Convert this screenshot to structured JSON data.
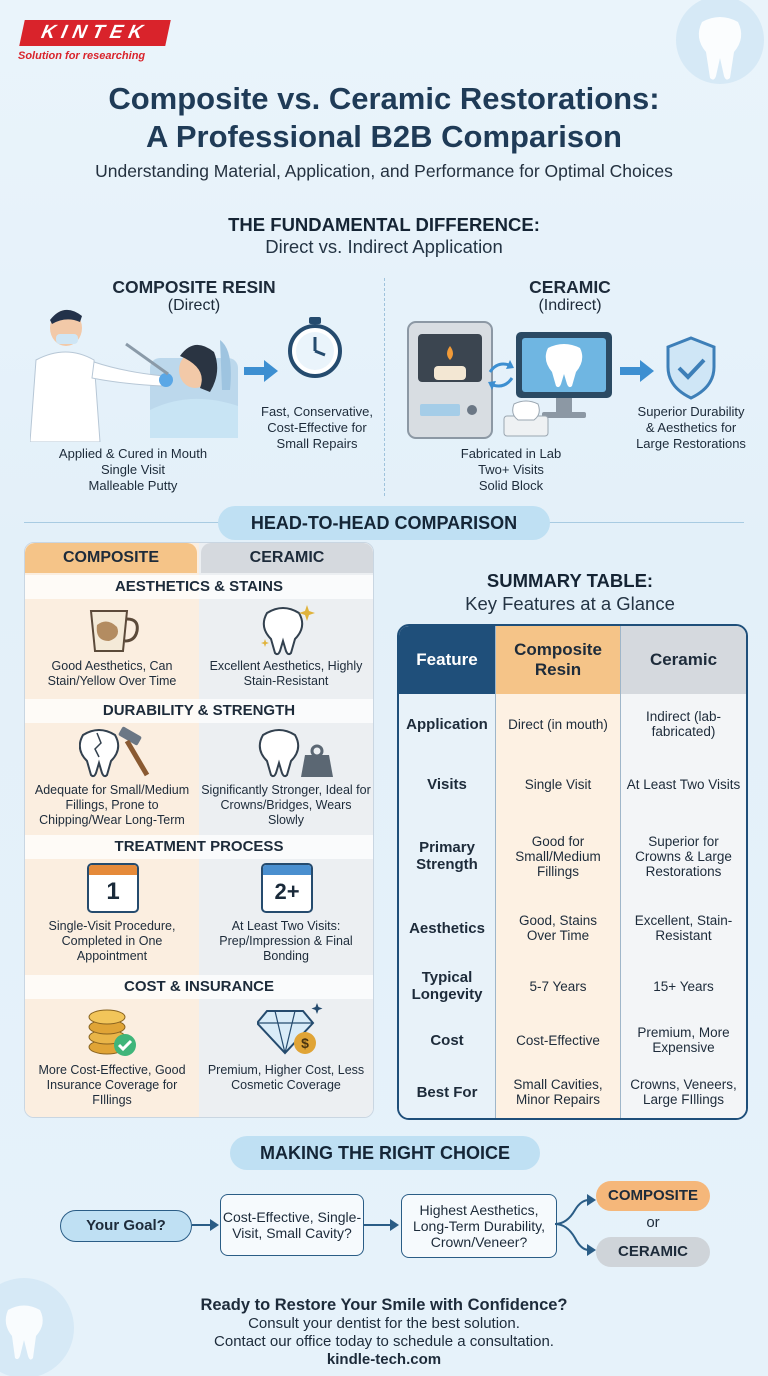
{
  "brand": {
    "logo": "KINTEK",
    "tagline": "Solution for researching",
    "website": "kindle-tech.com"
  },
  "header": {
    "title_line1": "Composite vs. Ceramic Restorations:",
    "title_line2": "A Professional B2B Comparison",
    "subtitle": "Understanding Material, Application, and Performance for Optimal Choices"
  },
  "fundamental": {
    "heading": "THE FUNDAMENTAL DIFFERENCE:",
    "subheading": "Direct vs. Indirect Application",
    "composite": {
      "title": "COMPOSITE RESIN",
      "subtitle": "(Direct)",
      "caption": [
        "Applied & Cured in Mouth",
        "Single Visit",
        "Malleable Putty"
      ],
      "benefit": [
        "Fast, Conservative,",
        "Cost-Effective for",
        "Small Repairs"
      ]
    },
    "ceramic": {
      "title": "CERAMIC",
      "subtitle": "(Indirect)",
      "caption": [
        "Fabricated in Lab",
        "Two+ Visits",
        "Solid Block"
      ],
      "benefit": [
        "Superior Durability",
        "& Aesthetics for",
        "Large Restorations"
      ]
    }
  },
  "comparison": {
    "heading": "HEAD-TO-HEAD COMPARISON",
    "tab_composite": "COMPOSITE",
    "tab_ceramic": "CERAMIC",
    "sections": [
      {
        "title": "AESTHETICS & STAINS",
        "composite": "Good Aesthetics, Can Stain/Yellow Over Time",
        "ceramic": "Excellent Aesthetics, Highly Stain-Resistant"
      },
      {
        "title": "DURABILITY & STRENGTH",
        "composite": "Adequate for Small/Medium Fillings, Prone to Chipping/Wear Long-Term",
        "ceramic": "Significantly Stronger, Ideal for Crowns/Bridges, Wears Slowly"
      },
      {
        "title": "TREATMENT PROCESS",
        "composite": "Single-Visit Procedure, Completed in One Appointment",
        "ceramic": "At Least Two Visits: Prep/Impression & Final Bonding",
        "icon_composite": "1",
        "icon_ceramic": "2+"
      },
      {
        "title": "COST & INSURANCE",
        "composite": "More Cost-Effective, Good Insurance Coverage for FIllings",
        "ceramic": "Premium, Higher Cost, Less Cosmetic Coverage"
      }
    ]
  },
  "summary": {
    "heading": "SUMMARY TABLE:",
    "subheading": "Key Features at a Glance",
    "headers": [
      "Feature",
      "Composite Resin",
      "Ceramic"
    ],
    "rows": [
      [
        "Application",
        "Direct (in mouth)",
        "Indirect (lab-fabricated)"
      ],
      [
        "Visits",
        "Single Visit",
        "At Least Two Visits"
      ],
      [
        "Primary Strength",
        "Good for Small/Medium Fillings",
        "Superior for Crowns & Large Restorations"
      ],
      [
        "Aesthetics",
        "Good, Stains Over Time",
        "Excellent, Stain-Resistant"
      ],
      [
        "Typical Longevity",
        "5-7 Years",
        "15+ Years"
      ],
      [
        "Cost",
        "Cost-Effective",
        "Premium, More Expensive"
      ],
      [
        "Best For",
        "Small Cavities, Minor Repairs",
        "Crowns, Veneers, Large FIllings"
      ]
    ]
  },
  "choice": {
    "heading": "MAKING THE RIGHT CHOICE",
    "goal": "Your Goal?",
    "option1": "Cost-Effective, Single-Visit, Small Cavity?",
    "option2": "Highest Aesthetics, Long-Term Durability, Crown/Veneer?",
    "result_composite": "COMPOSITE",
    "or": "or",
    "result_ceramic": "CERAMIC"
  },
  "footer": {
    "cta": "Ready to Restore Your Smile with Confidence?",
    "line1": "Consult your dentist for the best solution.",
    "line2": "Contact our office today to schedule a consultation."
  }
}
